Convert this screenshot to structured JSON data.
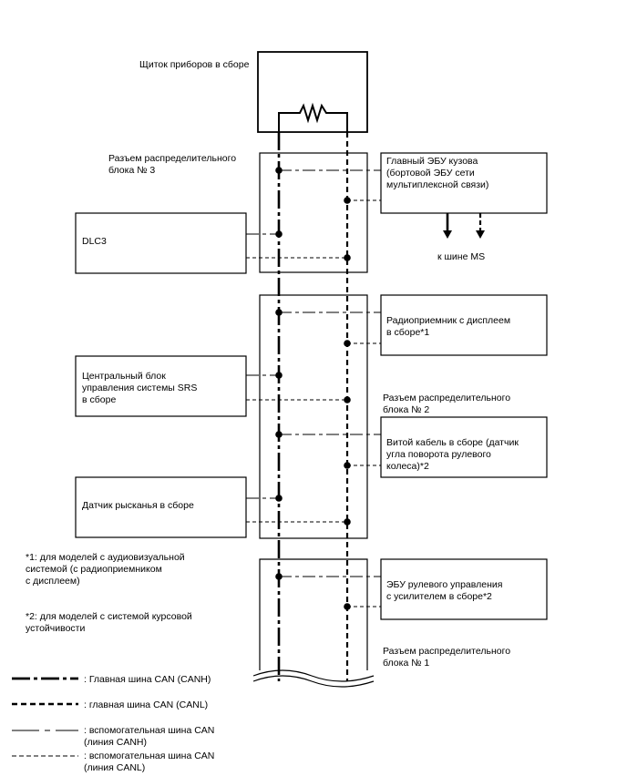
{
  "components": {
    "instrument_cluster": "Щиток приборов в сборе",
    "main_body_ecu": "Главный ЭБУ кузова\n(бортовой ЭБУ сети\nмультиплексной связи)",
    "to_ms_bus": "к шине MS",
    "dlc3": "DLC3",
    "radio_receiver": "Радиоприемник с дисплеем\nв сборе*1",
    "srs_center": "Центральный блок\nуправления системы SRS\nв сборе",
    "spiral_cable": "Витой кабель в сборе (датчик\nугла поворота рулевого\nколеса)*2",
    "yaw_sensor": "Датчик рысканья в сборе",
    "eps_ecu": "ЭБУ рулевого управления\nс усилителем в сборе*2"
  },
  "junctions": {
    "jc3": "Разъем распределительного\nблока № 3",
    "jc2": "Разъем распределительного\nблока № 2",
    "jc1": "Разъем распределительного\nблока № 1"
  },
  "notes": {
    "note1": "*1: для моделей с аудиовизуальной\nсистемой (с радиоприемником\nс дисплеем)",
    "note2": "*2: для моделей с системой курсовой\nустойчивости"
  },
  "legend": {
    "canh_main": ": Главная шина CAN (CANH)",
    "canl_main": ": главная шина CAN (CANL)",
    "canh_branch": ": вспомогательная шина CAN\n(линия CANH)",
    "canl_branch": ": вспомогательная шина CAN\n(линия CANL)"
  }
}
